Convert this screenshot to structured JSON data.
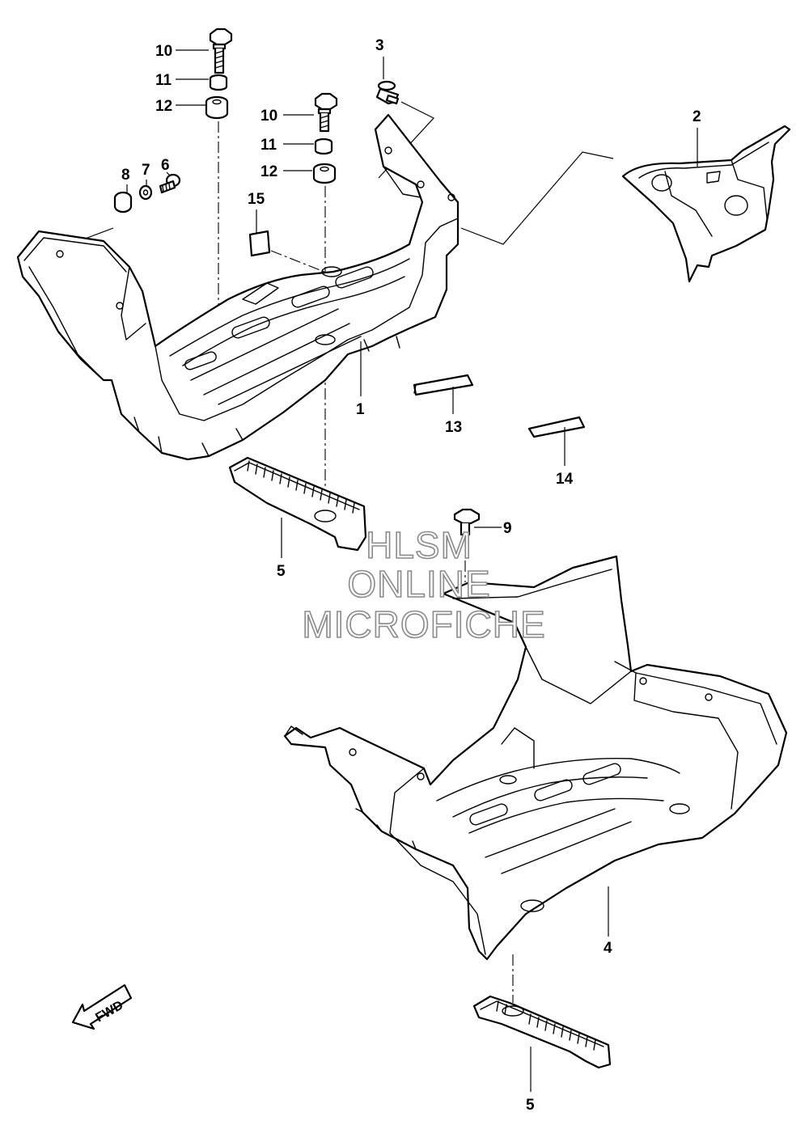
{
  "callouts": {
    "c10a": "10",
    "c11a": "11",
    "c12a": "12",
    "c10b": "10",
    "c11b": "11",
    "c12b": "12",
    "c3": "3",
    "c2": "2",
    "c8": "8",
    "c7": "7",
    "c6": "6",
    "c15": "15",
    "c1": "1",
    "c13": "13",
    "c14": "14",
    "c5a": "5",
    "c9": "9",
    "c4": "4",
    "c5b": "5"
  },
  "watermark": {
    "line1": "HLSM",
    "line2": "ONLINE",
    "line3": "MICROFICHE"
  },
  "direction_marker": {
    "label": "FWD"
  },
  "colors": {
    "ink": "#000000",
    "paper": "#ffffff",
    "watermark_outline": "#8a8a8a"
  }
}
